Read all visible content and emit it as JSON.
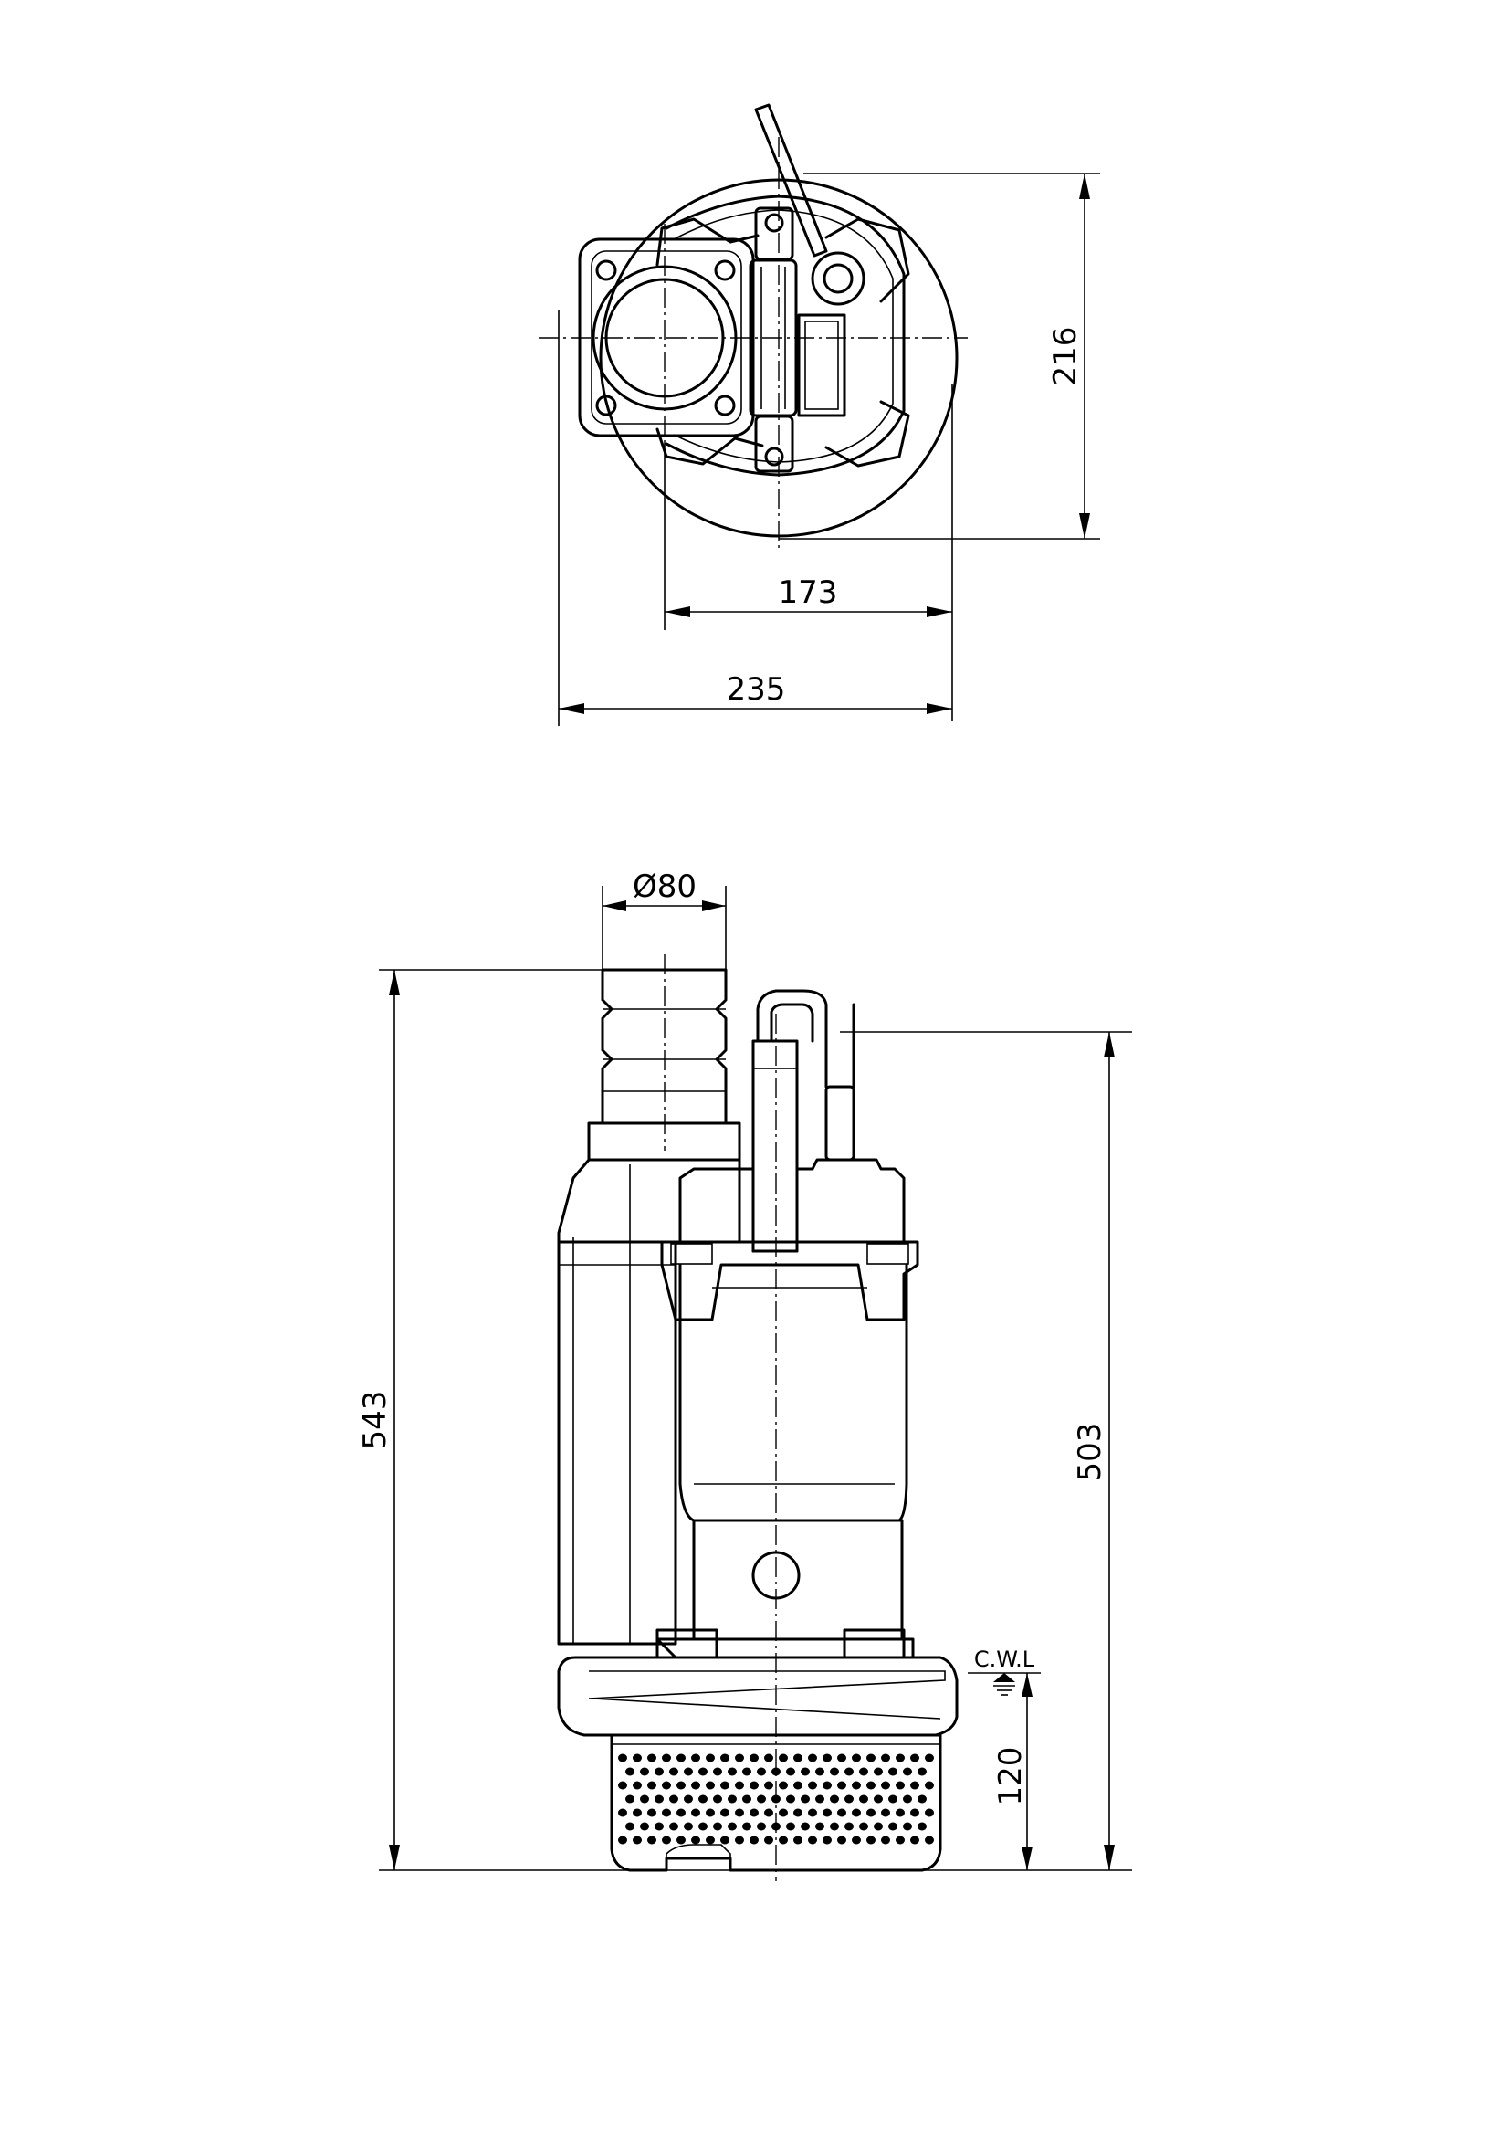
{
  "top_view": {
    "dim_height": "216",
    "dim_inner_width": "173",
    "dim_outer_width": "235"
  },
  "side_view": {
    "dim_outlet_diameter": "Ø80",
    "dim_total_height": "543",
    "dim_body_height": "503",
    "dim_water_level": "120",
    "water_level_label": "C.W.L"
  }
}
